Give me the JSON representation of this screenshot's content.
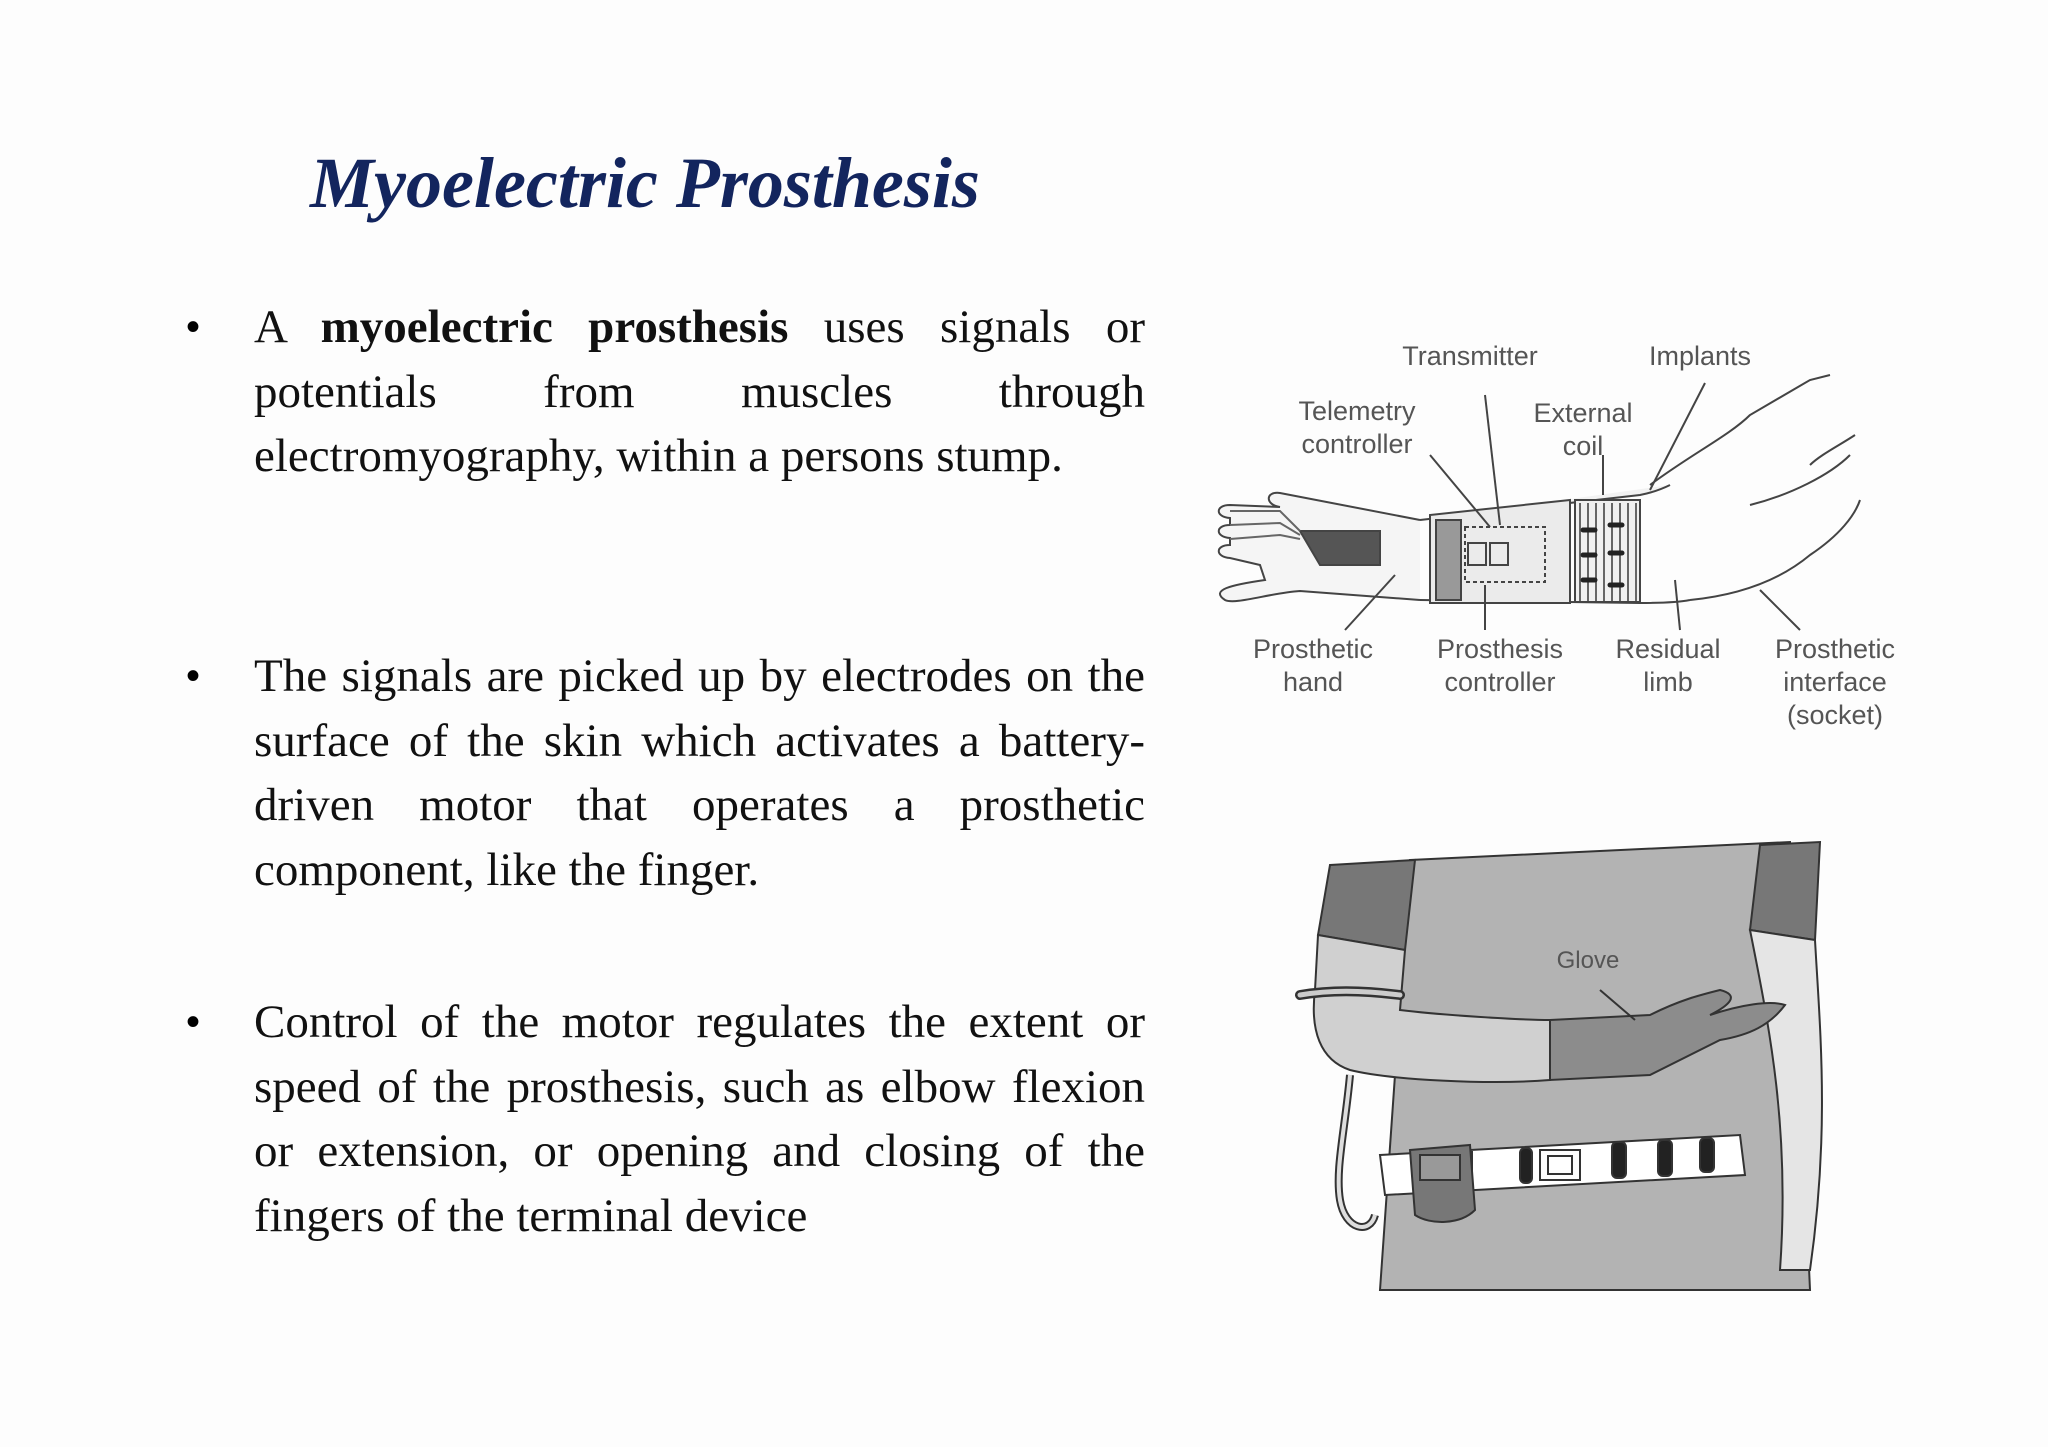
{
  "slide": {
    "title": "Myoelectric Prosthesis",
    "bullets": [
      {
        "before": "A ",
        "bold": "myoelectric prosthesis",
        "after": " uses signals or potentials from muscles through electromyography, within a persons stump."
      },
      {
        "text": "The signals are picked up by electrodes on the surface of the skin which activates a battery-driven motor that operates a prosthetic component, like the finger."
      },
      {
        "text": "Control of the motor regulates the extent or speed of the prosthesis, such as elbow flexion or extension, or opening and closing of the fingers of the terminal device"
      }
    ],
    "bullet_glyph": "•"
  },
  "diagram": {
    "labels": {
      "transmitter": "Transmitter",
      "implants": "Implants",
      "telemetry_1": "Telemetry",
      "telemetry_2": "controller",
      "external_1": "External",
      "external_2": "coil",
      "hand_1": "Prosthetic",
      "hand_2": "hand",
      "controller_1": "Prosthesis",
      "controller_2": "controller",
      "residual_1": "Residual",
      "residual_2": "limb",
      "interface_1": "Prosthetic",
      "interface_2": "interface",
      "interface_3": "(socket)"
    }
  },
  "figure2": {
    "glove_label": "Glove"
  }
}
